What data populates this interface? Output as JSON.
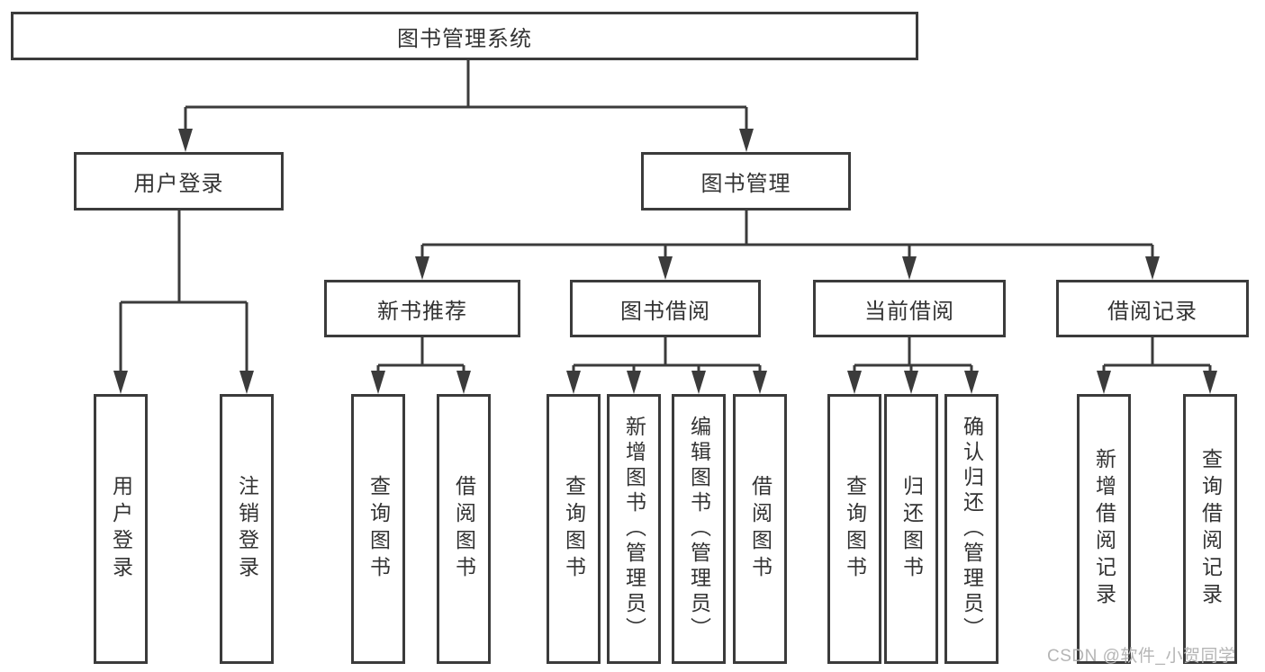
{
  "diagram": {
    "root": {
      "label": "图书管理系统"
    },
    "branches": {
      "userLogin": {
        "label": "用户登录"
      },
      "bookManagement": {
        "label": "图书管理"
      }
    },
    "modules": {
      "newBookRecommend": {
        "label": "新书推荐"
      },
      "bookBorrow": {
        "label": "图书借阅"
      },
      "currentBorrow": {
        "label": "当前借阅"
      },
      "borrowRecord": {
        "label": "借阅记录"
      }
    },
    "leaves": {
      "userLogin": {
        "label": "用户登录"
      },
      "logout": {
        "label": "注销登录"
      },
      "queryBooksRecommend": {
        "label": "查询图书"
      },
      "borrowBooksRecommend": {
        "label": "借阅图书"
      },
      "queryBooksBorrow": {
        "label": "查询图书"
      },
      "addBookAdmin": {
        "label": "新增图书（管理员）"
      },
      "editBookAdmin": {
        "label": "编辑图书（管理员）"
      },
      "borrowBooks": {
        "label": "借阅图书"
      },
      "queryBooksCurrent": {
        "label": "查询图书"
      },
      "returnBook": {
        "label": "归还图书"
      },
      "confirmReturnAdmin": {
        "label": "确认归还（管理员）"
      },
      "addBorrowRecord": {
        "label": "新增借阅记录"
      },
      "queryBorrowRecord": {
        "label": "查询借阅记录"
      }
    }
  },
  "watermark": {
    "text": "CSDN @软件_小贺同学"
  },
  "colors": {
    "line": "#3b3b3b",
    "text": "#333333",
    "background": "#ffffff",
    "watermark": "#b5b5b5"
  }
}
